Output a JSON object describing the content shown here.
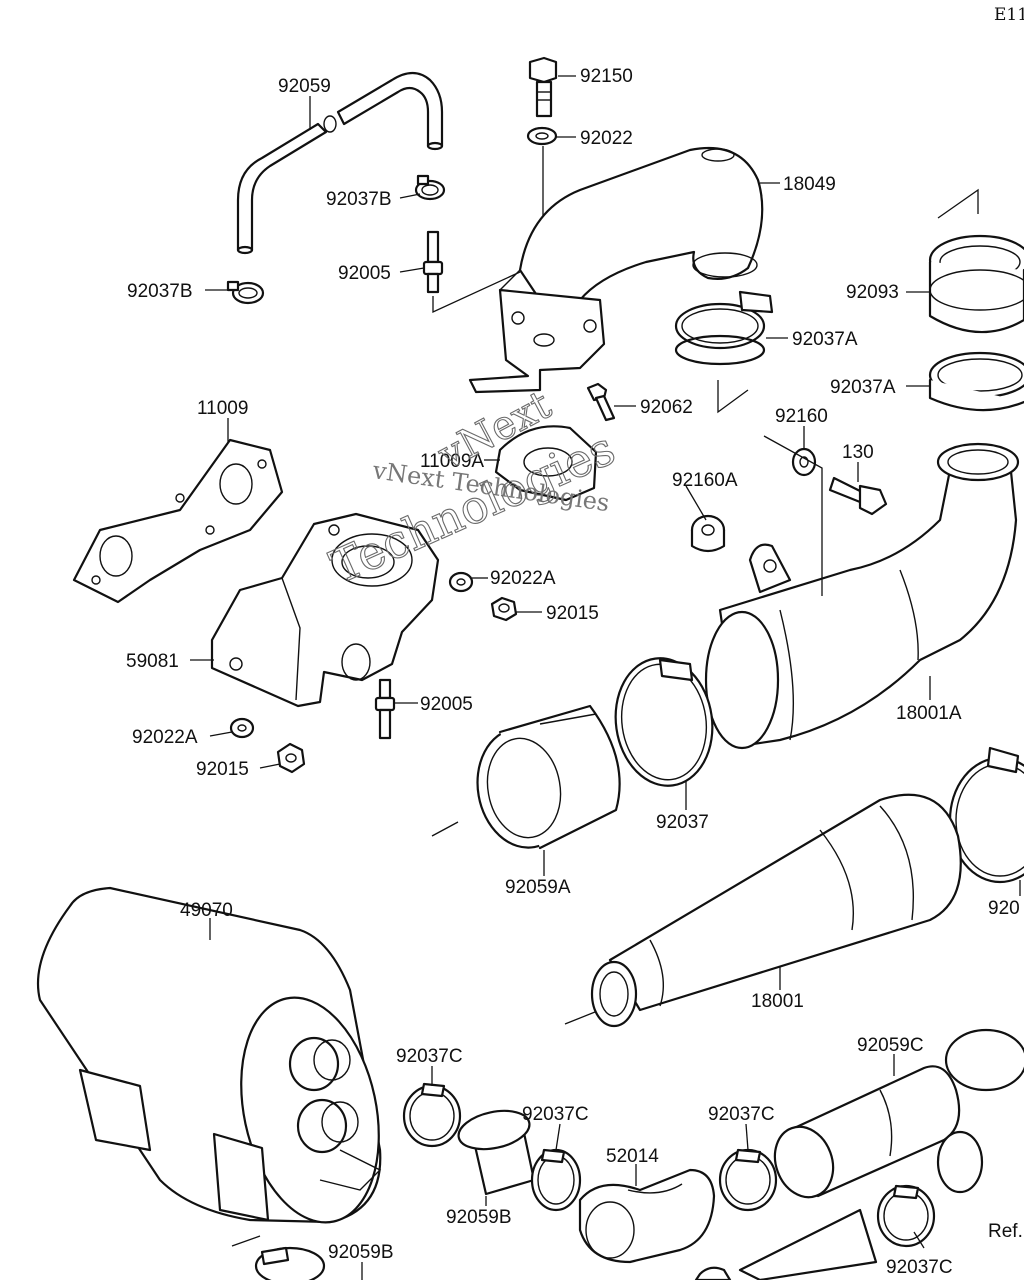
{
  "page_code": "E11",
  "watermark": {
    "brand_line": "vNext",
    "line_1": "vNext Technologies",
    "line_2": "Technologies"
  },
  "ref_text": "Ref.",
  "labels": [
    {
      "id": "l1",
      "text": "92059"
    },
    {
      "id": "l2",
      "text": "92150"
    },
    {
      "id": "l3",
      "text": "92022"
    },
    {
      "id": "l4",
      "text": "18049"
    },
    {
      "id": "l5",
      "text": "92037B"
    },
    {
      "id": "l6",
      "text": "92005"
    },
    {
      "id": "l7",
      "text": "92037B"
    },
    {
      "id": "l8",
      "text": "92093"
    },
    {
      "id": "l9",
      "text": "92037A"
    },
    {
      "id": "l10",
      "text": "92037A"
    },
    {
      "id": "l11",
      "text": "92062"
    },
    {
      "id": "l12",
      "text": "92160"
    },
    {
      "id": "l13",
      "text": "11009"
    },
    {
      "id": "l14",
      "text": "11009A"
    },
    {
      "id": "l15",
      "text": "130"
    },
    {
      "id": "l16",
      "text": "92160A"
    },
    {
      "id": "l17",
      "text": "92022A"
    },
    {
      "id": "l18",
      "text": "92015"
    },
    {
      "id": "l19",
      "text": "59081"
    },
    {
      "id": "l20",
      "text": "92005"
    },
    {
      "id": "l21",
      "text": "18001A"
    },
    {
      "id": "l22",
      "text": "92022A"
    },
    {
      "id": "l23",
      "text": "92015"
    },
    {
      "id": "l24",
      "text": "92037"
    },
    {
      "id": "l25",
      "text": "92059A"
    },
    {
      "id": "l26",
      "text": "920"
    },
    {
      "id": "l27",
      "text": "49070"
    },
    {
      "id": "l28",
      "text": "18001"
    },
    {
      "id": "l29",
      "text": "92037C"
    },
    {
      "id": "l30",
      "text": "92059C"
    },
    {
      "id": "l31",
      "text": "92037C"
    },
    {
      "id": "l32",
      "text": "92037C"
    },
    {
      "id": "l33",
      "text": "52014"
    },
    {
      "id": "l34",
      "text": "92059B"
    },
    {
      "id": "l35",
      "text": "92059B"
    },
    {
      "id": "l36",
      "text": "92037C"
    }
  ]
}
